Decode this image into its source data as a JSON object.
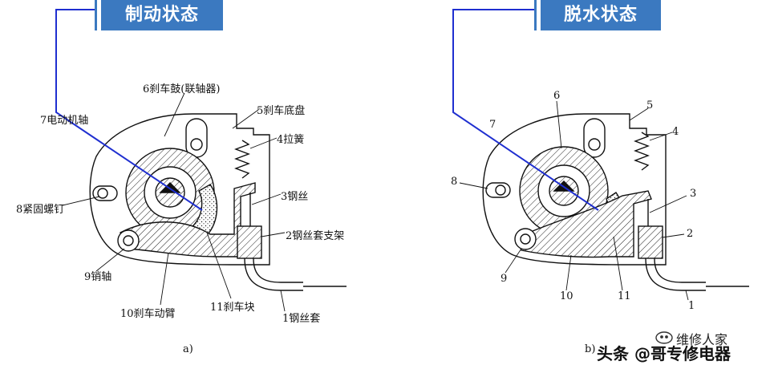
{
  "panel_a": {
    "title": "制动状态",
    "sublabel": "a)",
    "labels": {
      "drum": "6刹车鼓(联轴器)",
      "chassis": "5刹车底盘",
      "motor_shaft": "7电动机轴",
      "spring": "4拉簧",
      "wire": "3钢丝",
      "screw": "8紧固螺钉",
      "bracket": "2钢丝套支架",
      "pin": "9销轴",
      "arm": "10刹车动臂",
      "block": "11刹车块",
      "sheath": "1钢丝套"
    }
  },
  "panel_b": {
    "title": "脱水状态",
    "sublabel": "b)",
    "labels": {
      "n1": "1",
      "n2": "2",
      "n3": "3",
      "n4": "4",
      "n5": "5",
      "n6": "6",
      "n7": "7",
      "n8": "8",
      "n9": "9",
      "n10": "10",
      "n11": "11"
    }
  },
  "watermark": {
    "line1": "维修人家",
    "line2": "头条 @哥专修电器"
  },
  "colors": {
    "accent": "#3b79c0",
    "pointer": "#1f2fd0",
    "line": "#111111"
  }
}
